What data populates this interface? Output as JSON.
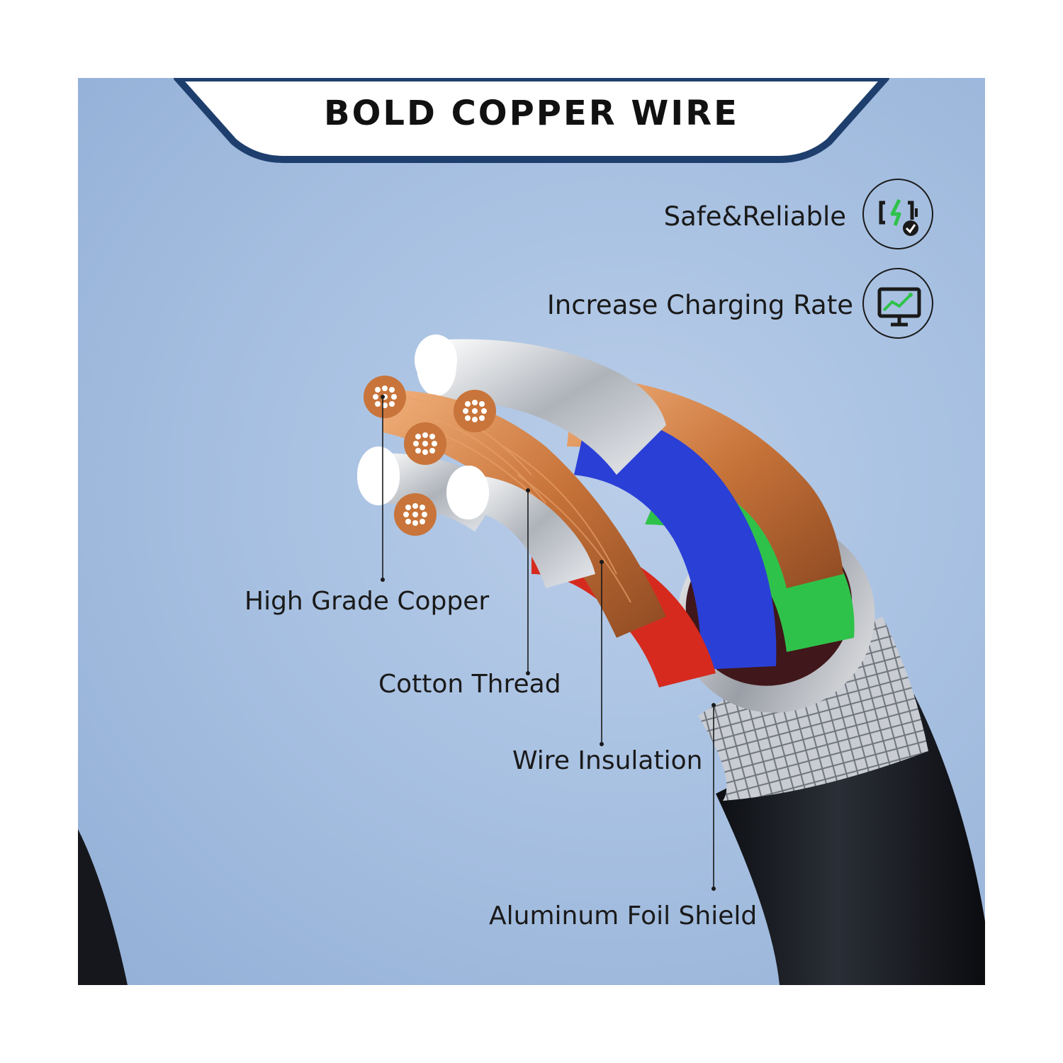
{
  "banner": {
    "title": "BOLD COPPER WIRE"
  },
  "features": [
    {
      "label": "Safe&Reliable",
      "icon": "battery-charging-shield-icon"
    },
    {
      "label": "Increase Charging Rate",
      "icon": "monitor-trend-up-icon"
    }
  ],
  "callouts": [
    {
      "label": "High Grade Copper"
    },
    {
      "label": "Cotton Thread"
    },
    {
      "label": "Wire Insulation"
    },
    {
      "label": "Aluminum Foil Shield"
    }
  ],
  "colors": {
    "banner_border": "#1e3f6e",
    "copper": "#c8743a",
    "wire_blue": "#2a3fd6",
    "wire_green": "#2fc24a",
    "wire_red": "#d62a1e",
    "jacket": "#15171c"
  }
}
